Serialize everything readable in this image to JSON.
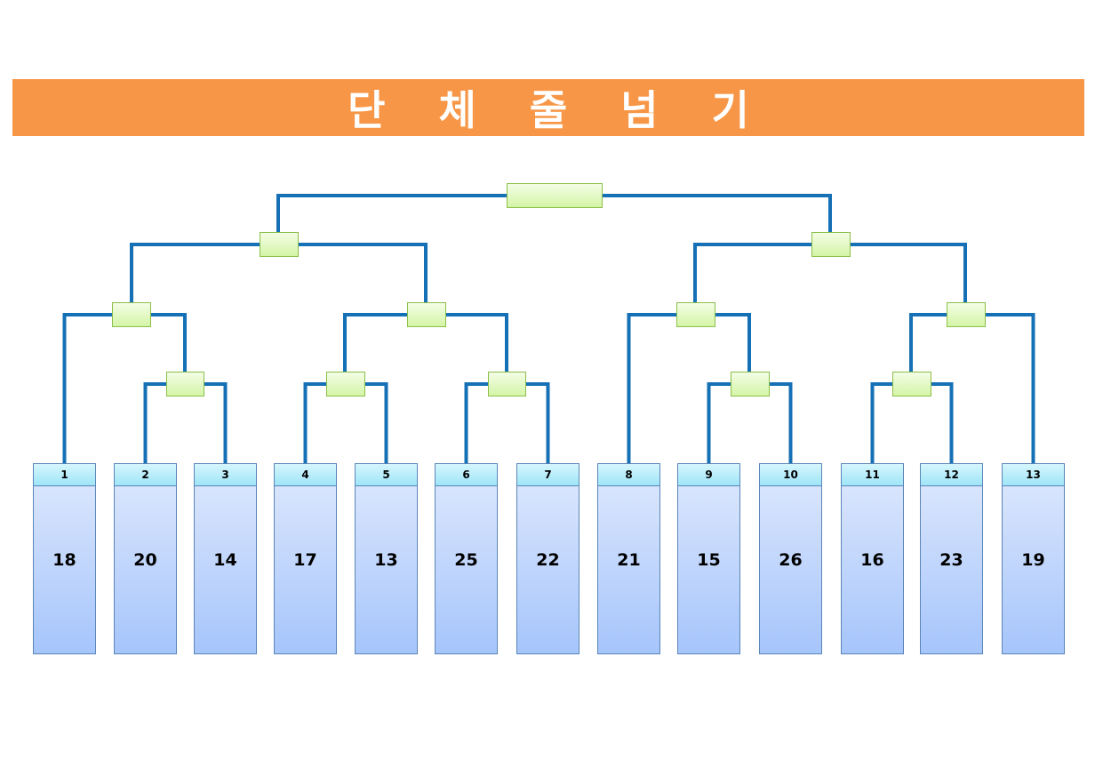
{
  "title": "단 체 줄 넘 기",
  "colors": {
    "title_bg": "#f79646",
    "line": "#1570b5",
    "match_box": "#d4f5a6",
    "card": "#a6c5fb"
  },
  "teams": [
    {
      "number": "1",
      "score": "18"
    },
    {
      "number": "2",
      "score": "20"
    },
    {
      "number": "3",
      "score": "14"
    },
    {
      "number": "4",
      "score": "17"
    },
    {
      "number": "5",
      "score": "13"
    },
    {
      "number": "6",
      "score": "25"
    },
    {
      "number": "7",
      "score": "22"
    },
    {
      "number": "8",
      "score": "21"
    },
    {
      "number": "9",
      "score": "15"
    },
    {
      "number": "10",
      "score": "26"
    },
    {
      "number": "11",
      "score": "16"
    },
    {
      "number": "12",
      "score": "23"
    },
    {
      "number": "13",
      "score": "19"
    }
  ]
}
